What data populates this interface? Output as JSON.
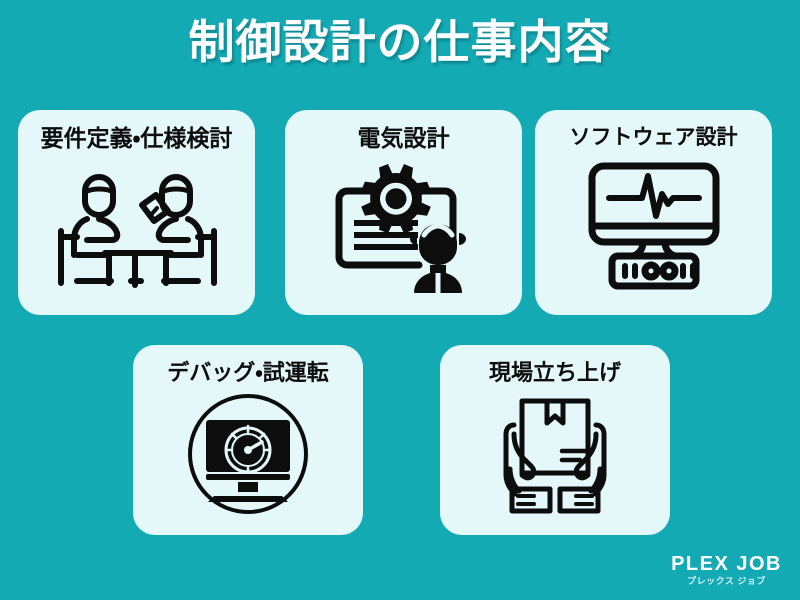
{
  "background_color": "#14aab4",
  "card_color": "#e4f8fa",
  "ink_color": "#0d0d0d",
  "title": "制御設計の仕事内容",
  "cards": [
    {
      "label": "要件定義・仕様検討",
      "icon": "meeting-discussion-icon"
    },
    {
      "label": "電気設計",
      "icon": "gear-document-engineer-icon"
    },
    {
      "label": "ソフトウェア設計",
      "icon": "monitor-waveform-icon"
    },
    {
      "label": "デバッグ・試運転",
      "icon": "monitor-gauge-circle-icon"
    },
    {
      "label": "現場立ち上げ",
      "icon": "hands-holding-box-icon"
    }
  ],
  "logo": {
    "name": "plex-job-logo",
    "main": "PLEX JOB",
    "sub": "プレックス ジョブ",
    "main_color": "#ffffff",
    "sub_color": "#c9f3f6"
  }
}
